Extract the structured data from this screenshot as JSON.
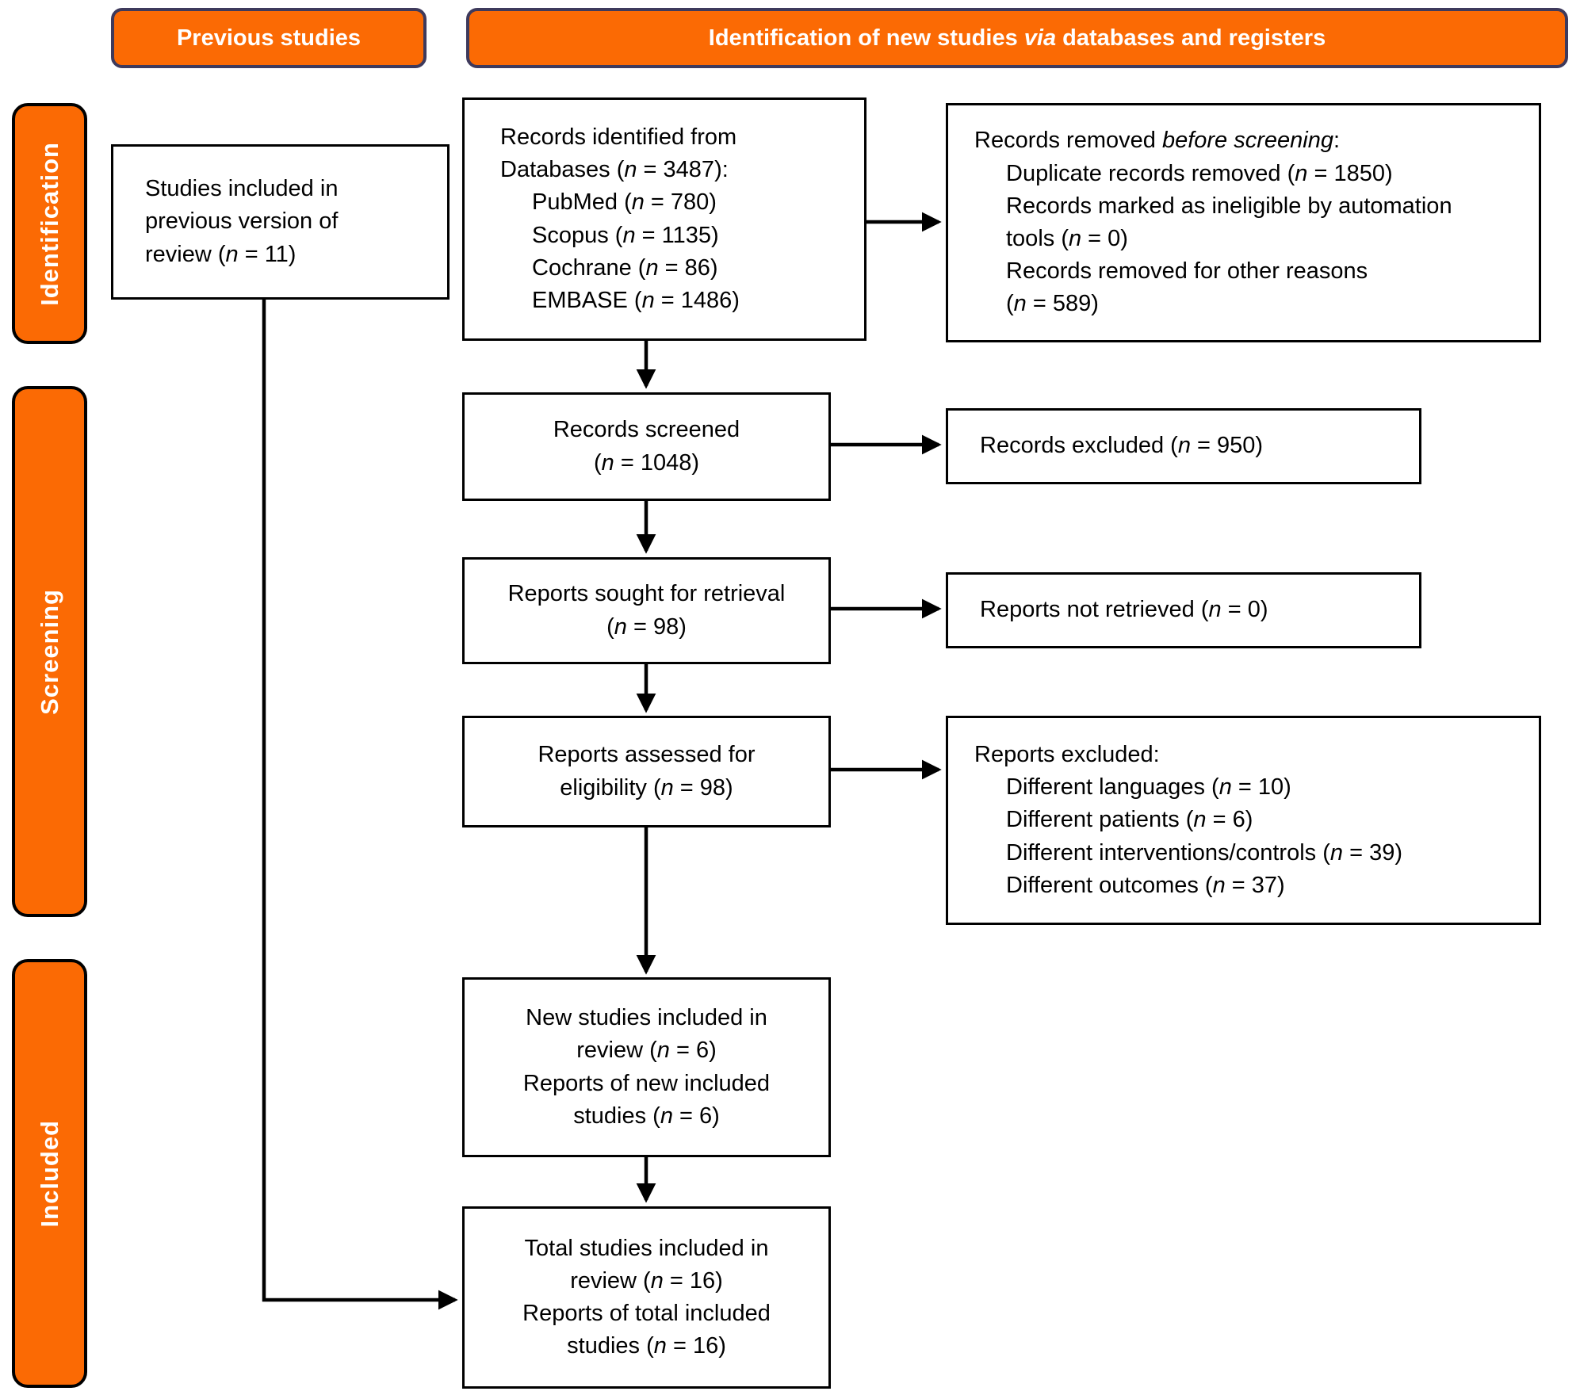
{
  "colors": {
    "orange": "#FB6A04",
    "header_border": "#3E3A5C",
    "box_border": "#000000",
    "text": "#000000",
    "background": "#FFFFFF"
  },
  "headers": {
    "previous_studies": "Previous studies",
    "identification_via": "Identification of new studies *via* databases and registers"
  },
  "side_labels": {
    "identification": "Identification",
    "screening": "Screening",
    "included": "Included"
  },
  "boxes": {
    "previous_included": {
      "lines": [
        {
          "t": "Studies included in",
          "ind": 0
        },
        {
          "t": "previous version of",
          "ind": 0
        },
        {
          "t": "review (*n* = 11)",
          "ind": 0
        }
      ]
    },
    "records_identified": {
      "lines": [
        {
          "t": "Records identified from",
          "ind": 0
        },
        {
          "t": "Databases (*n* = 3487):",
          "ind": 0
        },
        {
          "t": "PubMed (*n* = 780)",
          "ind": 1
        },
        {
          "t": "Scopus (*n* = 1135)",
          "ind": 1
        },
        {
          "t": "Cochrane (*n* = 86)",
          "ind": 1
        },
        {
          "t": "EMBASE (*n* = 1486)",
          "ind": 1
        }
      ]
    },
    "records_removed": {
      "lines": [
        {
          "t": "Records removed *before screening*:",
          "ind": 0
        },
        {
          "t": "Duplicate records removed (*n* = 1850)",
          "ind": 1
        },
        {
          "t": "Records marked as ineligible by automation",
          "ind": 1
        },
        {
          "t": "tools (*n* = 0)",
          "ind": 1
        },
        {
          "t": "Records removed for other reasons",
          "ind": 1
        },
        {
          "t": "(*n* = 589)",
          "ind": 1
        }
      ]
    },
    "records_screened": {
      "lines": [
        {
          "t": "Records screened",
          "ind": 0
        },
        {
          "t": "(*n* = 1048)",
          "ind": 0
        }
      ]
    },
    "records_excluded": {
      "lines": [
        {
          "t": "Records excluded (*n* = 950)",
          "ind": 0
        }
      ]
    },
    "reports_sought": {
      "lines": [
        {
          "t": "Reports sought for retrieval",
          "ind": 0
        },
        {
          "t": "(*n* = 98)",
          "ind": 0
        }
      ]
    },
    "reports_not_retrieved": {
      "lines": [
        {
          "t": "Reports not retrieved (*n* = 0)",
          "ind": 0
        }
      ]
    },
    "reports_assessed": {
      "lines": [
        {
          "t": "Reports assessed for",
          "ind": 0
        },
        {
          "t": "eligibility (*n* = 98)",
          "ind": 0
        }
      ]
    },
    "reports_excluded": {
      "lines": [
        {
          "t": "Reports excluded:",
          "ind": 0
        },
        {
          "t": "Different languages (*n* = 10)",
          "ind": 1
        },
        {
          "t": "Different patients (*n* = 6)",
          "ind": 1
        },
        {
          "t": "Different interventions/controls (*n* = 39)",
          "ind": 1
        },
        {
          "t": "Different outcomes (*n* = 37)",
          "ind": 1
        }
      ]
    },
    "new_studies_included": {
      "lines": [
        {
          "t": "New studies included in",
          "ind": 0
        },
        {
          "t": "review (*n* = 6)",
          "ind": 0
        },
        {
          "t": "Reports of new included",
          "ind": 0
        },
        {
          "t": "studies (*n* = 6)",
          "ind": 0
        }
      ]
    },
    "total_studies_included": {
      "lines": [
        {
          "t": "Total studies included in",
          "ind": 0
        },
        {
          "t": "review (*n* = 16)",
          "ind": 0
        },
        {
          "t": "Reports of total included",
          "ind": 0
        },
        {
          "t": "studies (*n* = 16)",
          "ind": 0
        }
      ]
    }
  }
}
